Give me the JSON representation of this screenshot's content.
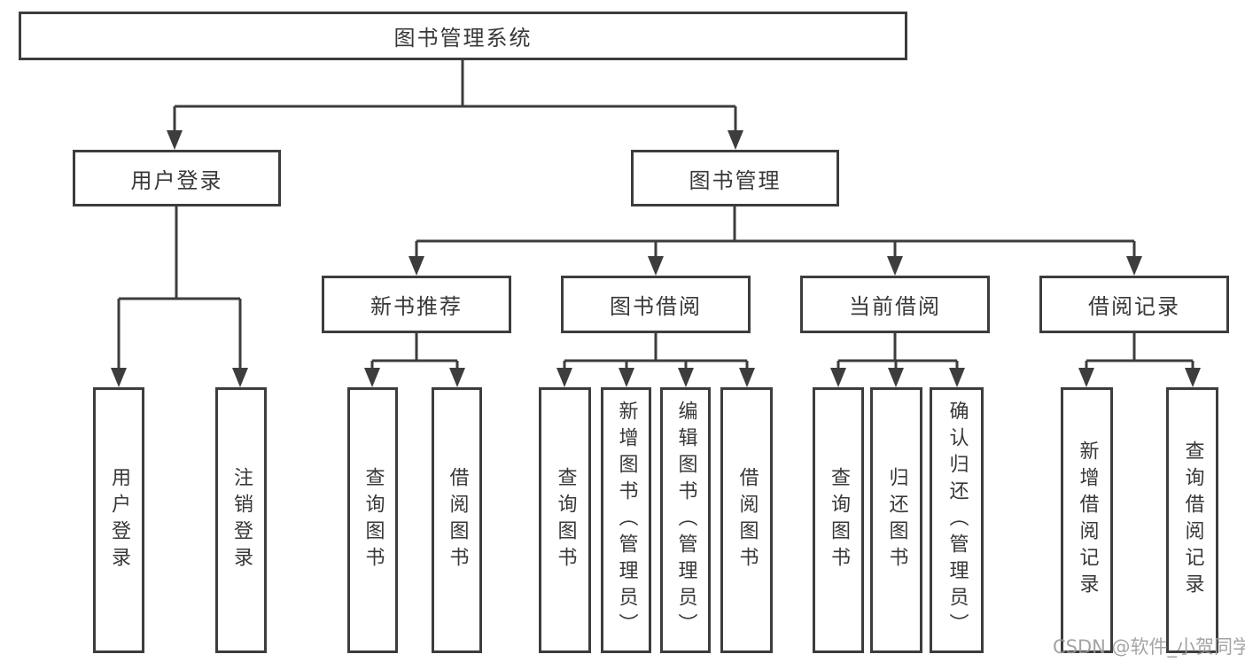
{
  "watermark": "CSDN @软件_小贺同学",
  "colors": {
    "line": "#3d3d3d",
    "text": "#383838",
    "watermark": "#9b9b9b",
    "background": "#ffffff"
  },
  "tree": {
    "label": "图书管理系统",
    "children": [
      {
        "label": "用户登录",
        "children": [
          {
            "label": "用户登录"
          },
          {
            "label": "注销登录"
          }
        ]
      },
      {
        "label": "图书管理",
        "children": [
          {
            "label": "新书推荐",
            "children": [
              {
                "label": "查询图书"
              },
              {
                "label": "借阅图书"
              }
            ]
          },
          {
            "label": "图书借阅",
            "children": [
              {
                "label": "查询图书"
              },
              {
                "label": "新增图书（管理员）"
              },
              {
                "label": "编辑图书（管理员）"
              },
              {
                "label": "借阅图书"
              }
            ]
          },
          {
            "label": "当前借阅",
            "children": [
              {
                "label": "查询图书"
              },
              {
                "label": "归还图书"
              },
              {
                "label": "确认归还（管理员）"
              }
            ]
          },
          {
            "label": "借阅记录",
            "children": [
              {
                "label": "新增借阅记录"
              },
              {
                "label": "查询借阅记录"
              }
            ]
          }
        ]
      }
    ]
  }
}
